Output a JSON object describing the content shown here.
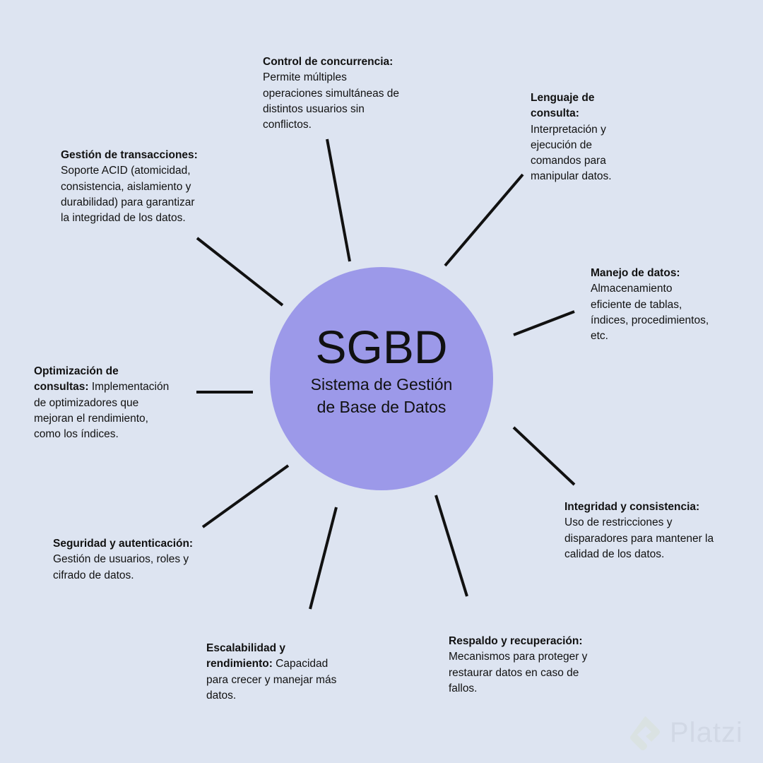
{
  "center": {
    "acronym": "SGBD",
    "full_name": "Sistema de Gestión de Base de Datos"
  },
  "features": [
    {
      "id": "control",
      "title": "Control de concurrencia:",
      "text": " Permite múltiples operaciones simultáneas de distintos usuarios sin conflictos."
    },
    {
      "id": "lenguaje",
      "title": "Lenguaje de consulta:",
      "text": " Interpretación y ejecución de comandos para manipular datos."
    },
    {
      "id": "manejo",
      "title": "Manejo de datos:",
      "text": " Almacenamiento eficiente de tablas, índices, procedimientos, etc."
    },
    {
      "id": "integridad",
      "title": "Integridad y consistencia:",
      "text": " Uso de restricciones y disparadores para mantener la calidad de los datos."
    },
    {
      "id": "respaldo",
      "title": "Respaldo y recuperación:",
      "text": " Mecanismos para proteger y restaurar datos en caso de fallos."
    },
    {
      "id": "escalabilidad",
      "title": "Escalabilidad y rendimiento:",
      "text": " Capacidad para crecer y manejar más datos."
    },
    {
      "id": "seguridad",
      "title": "Seguridad y autenticación:",
      "text": " Gestión de usuarios, roles y cifrado de datos."
    },
    {
      "id": "optimizacion",
      "title": "Optimización de consultas:",
      "text": " Implementación de optimizadores que mejoran el rendimiento, como los índices."
    },
    {
      "id": "transacciones",
      "title": "Gestión de transacciones:",
      "text": " Soporte ACID (atomicidad, consistencia, aislamiento y durabilidad) para garantizar la integridad de los datos."
    }
  ],
  "logo": {
    "text": "Platzi"
  },
  "colors": {
    "background": "#dde4f1",
    "circle": "#9c99e9",
    "lines": "#111111"
  }
}
